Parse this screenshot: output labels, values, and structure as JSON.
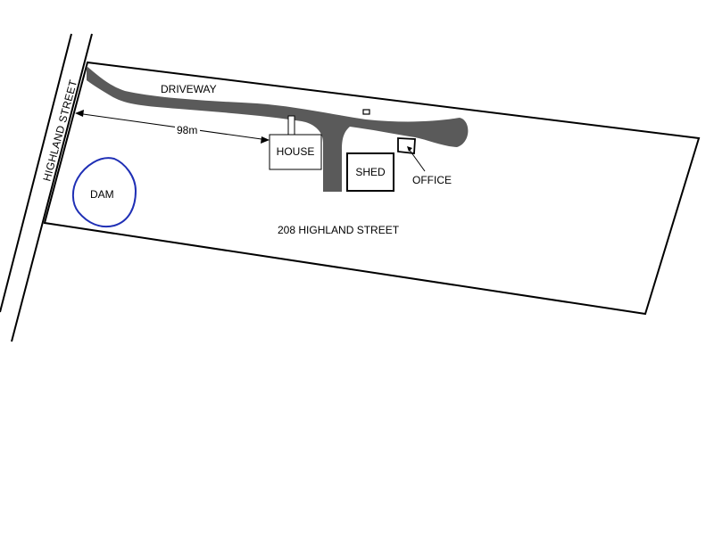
{
  "labels": {
    "street": "HIGHLAND STREET",
    "driveway": "DRIVEWAY",
    "distance": "98m",
    "house": "HOUSE",
    "shed": "SHED",
    "office": "OFFICE",
    "dam": "DAM",
    "address": "208 HIGHLAND STREET"
  },
  "colors": {
    "line": "#000000",
    "driveway": "#5a5a5a",
    "dam": "#1f2fb5",
    "background": "#ffffff"
  }
}
